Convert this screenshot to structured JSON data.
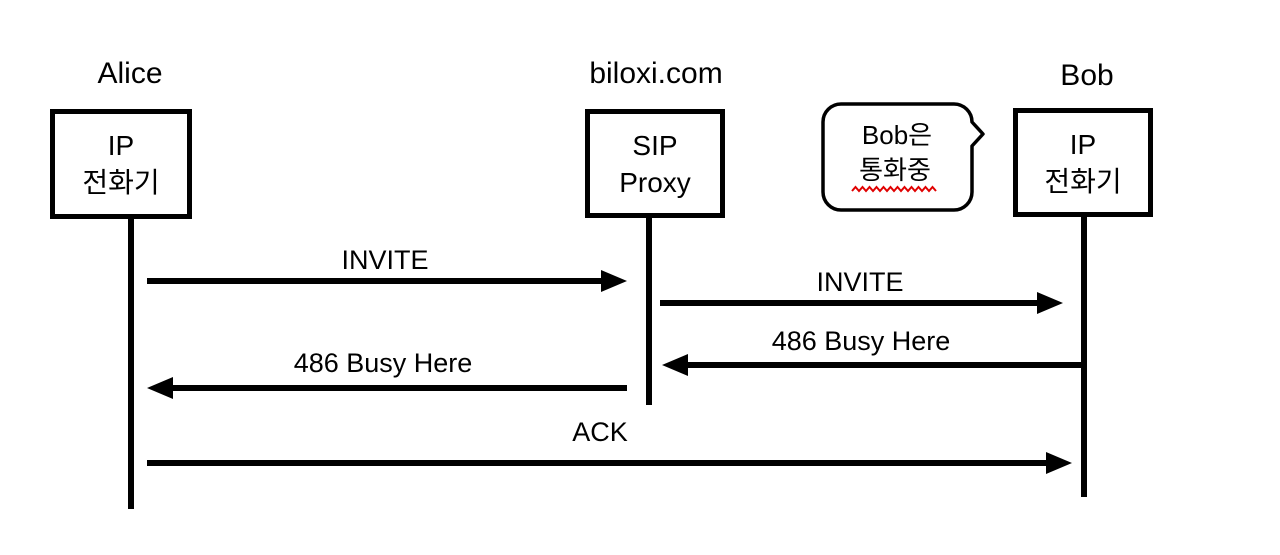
{
  "diagram": {
    "actors": [
      {
        "id": "alice",
        "name": "Alice",
        "box_line1": "IP",
        "box_line2": "전화기"
      },
      {
        "id": "proxy",
        "name": "biloxi.com",
        "box_line1": "SIP",
        "box_line2": "Proxy"
      },
      {
        "id": "bob",
        "name": "Bob",
        "box_line1": "IP",
        "box_line2": "전화기"
      }
    ],
    "messages": [
      {
        "label": "INVITE",
        "from": "Alice",
        "to": "biloxi.com"
      },
      {
        "label": "INVITE",
        "from": "biloxi.com",
        "to": "Bob"
      },
      {
        "label": "486 Busy Here",
        "from": "Bob",
        "to": "biloxi.com"
      },
      {
        "label": "486 Busy Here",
        "from": "biloxi.com",
        "to": "Alice"
      },
      {
        "label": "ACK",
        "from": "Alice",
        "to": "Bob"
      }
    ],
    "callout": {
      "line1": "Bob은",
      "line2": "통화중",
      "target": "Bob",
      "squiggle_color": "#e00000"
    },
    "colors": {
      "stroke": "#000000",
      "background": "#ffffff"
    }
  }
}
